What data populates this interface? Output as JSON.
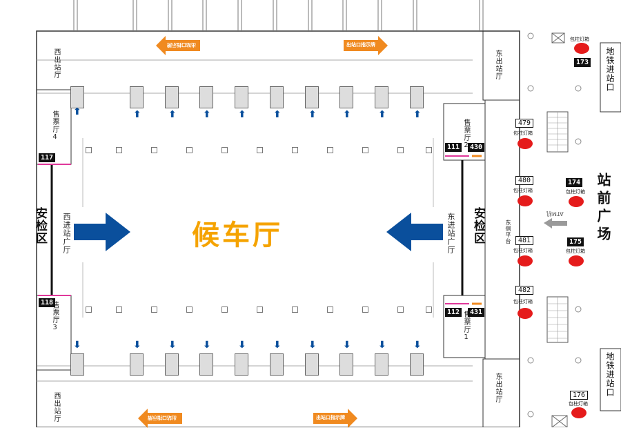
{
  "hall": {
    "title": "候车厅"
  },
  "west": {
    "exit_top": "西出站厅",
    "exit_bottom": "西出站厅",
    "entry": "西进站广厅",
    "security": "安检区",
    "ticket_top": "售票厅4",
    "ticket_bottom": "售票厅3",
    "badge_top": "117",
    "badge_bottom": "118"
  },
  "east": {
    "exit_top": "东出站厅",
    "exit_bottom": "东出站厅",
    "entry": "东进站广厅",
    "security": "安检区",
    "ticket_top": "售票厅2",
    "ticket_bottom": "售票厅1",
    "badge_top_a": "111",
    "badge_top_b": "430",
    "badge_bottom_a": "112",
    "badge_bottom_b": "431",
    "platform": "东侧平台",
    "sign": "ATM机"
  },
  "plaza": {
    "name": "站前广场",
    "metro_top": "地铁进站口",
    "metro_bottom": "地铁进站口",
    "lightbox_label": "包柱灯箱",
    "ads": [
      "173",
      "479",
      "480",
      "174",
      "481",
      "175",
      "482",
      "176"
    ]
  },
  "signs": {
    "top_left": "出站口指示牌",
    "top_right": "出站口指示牌",
    "bottom_left": "出站口指示牌",
    "bottom_right": "出站口指示牌"
  },
  "colors": {
    "accent": "#f5a300",
    "arrow": "#0a4f9c",
    "badge": "#111",
    "ad_red": "#e51b1b",
    "magenta": "#e0389a",
    "orange": "#f08a20"
  }
}
